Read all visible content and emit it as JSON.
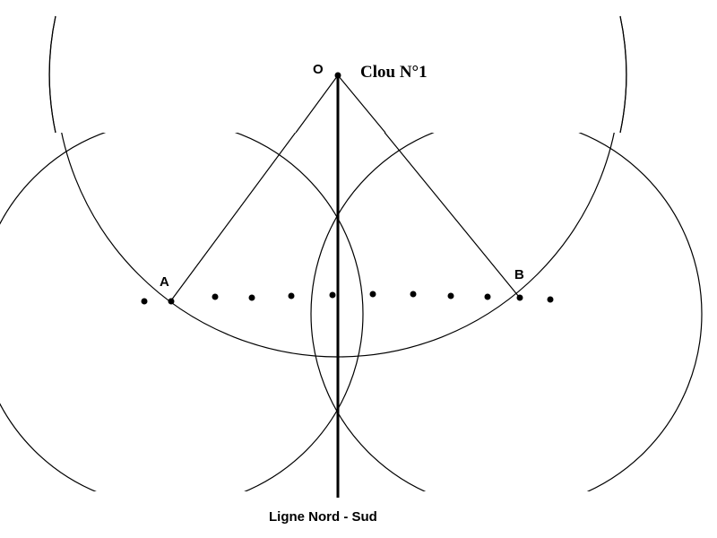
{
  "labels": {
    "point_o": "O",
    "nail": "Clou N°1",
    "point_a": "A",
    "point_b": "B",
    "north_south_line": "Ligne Nord - Sud"
  },
  "colors": {
    "background": "#ffffff",
    "ink": "#000000"
  }
}
